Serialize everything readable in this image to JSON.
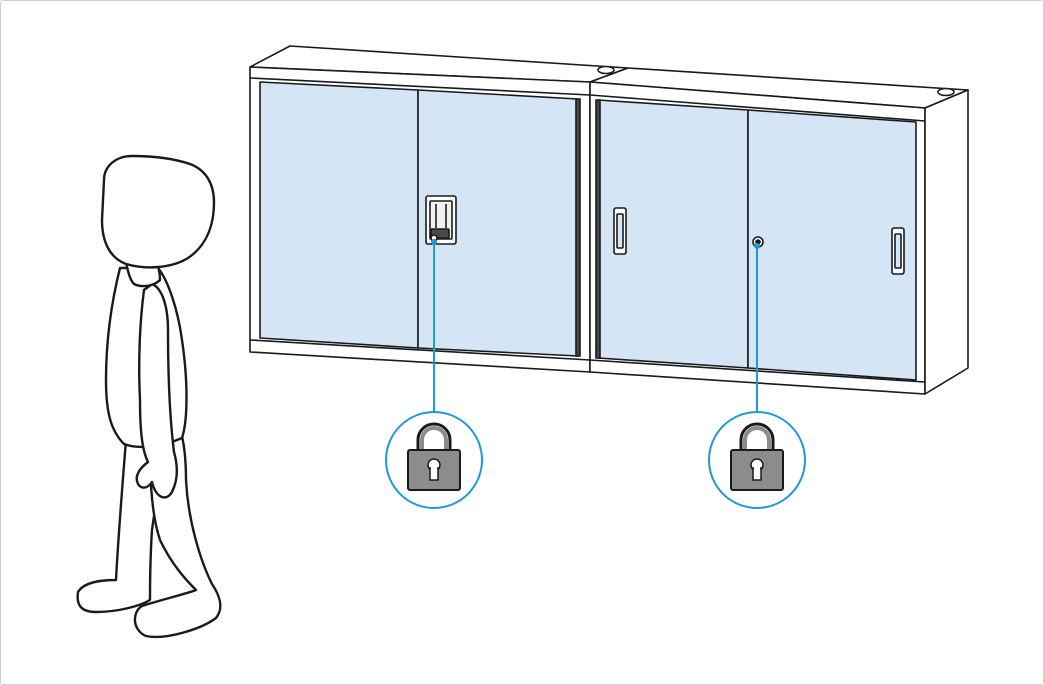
{
  "colors": {
    "outline": "#1a1a1a",
    "cabinet_frame": "#ffffff",
    "glass_door": "#d4e6f6",
    "callout": "#1e9ad6",
    "lock_body": "#8c8c8c",
    "background": "#ffffff"
  },
  "scene": {
    "person": {
      "icon": "person-walking-icon"
    },
    "cabinets": [
      {
        "name": "left-cabinet",
        "door_count": 2,
        "lock_type": "keypad-lock"
      },
      {
        "name": "right-cabinet",
        "door_count": 2,
        "lock_type": "key-cylinder-lock"
      }
    ],
    "callouts": [
      {
        "icon": "padlock-icon",
        "target": "left-cabinet"
      },
      {
        "icon": "padlock-icon",
        "target": "right-cabinet"
      }
    ]
  }
}
